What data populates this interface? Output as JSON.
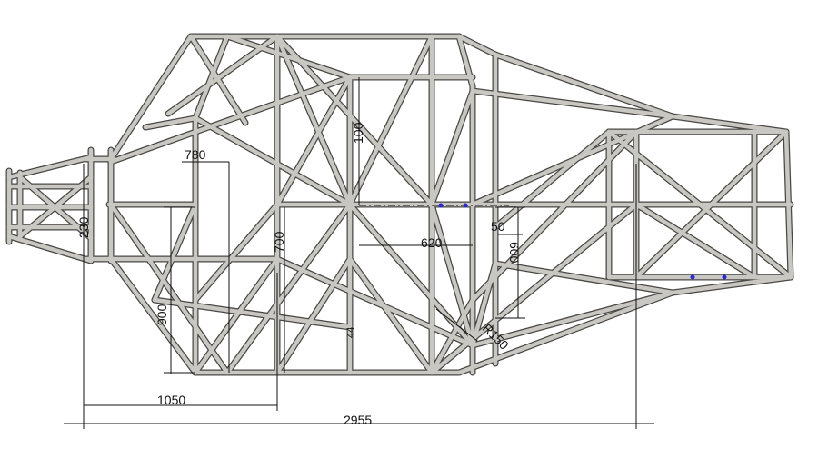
{
  "drawing": {
    "colors": {
      "tube_fill": "#c9c7c2",
      "tube_edge": "#4a4844",
      "dimension": "#111111",
      "point": "#2a2ad0"
    },
    "dimensions": {
      "d780": "780",
      "d230": "230",
      "d700": "700",
      "d100": "100",
      "d50": "50",
      "d620": "620",
      "d600": "600",
      "d900": "900",
      "d1050": "1050",
      "d2955": "2955",
      "r150": "R150",
      "d44": "44"
    }
  }
}
